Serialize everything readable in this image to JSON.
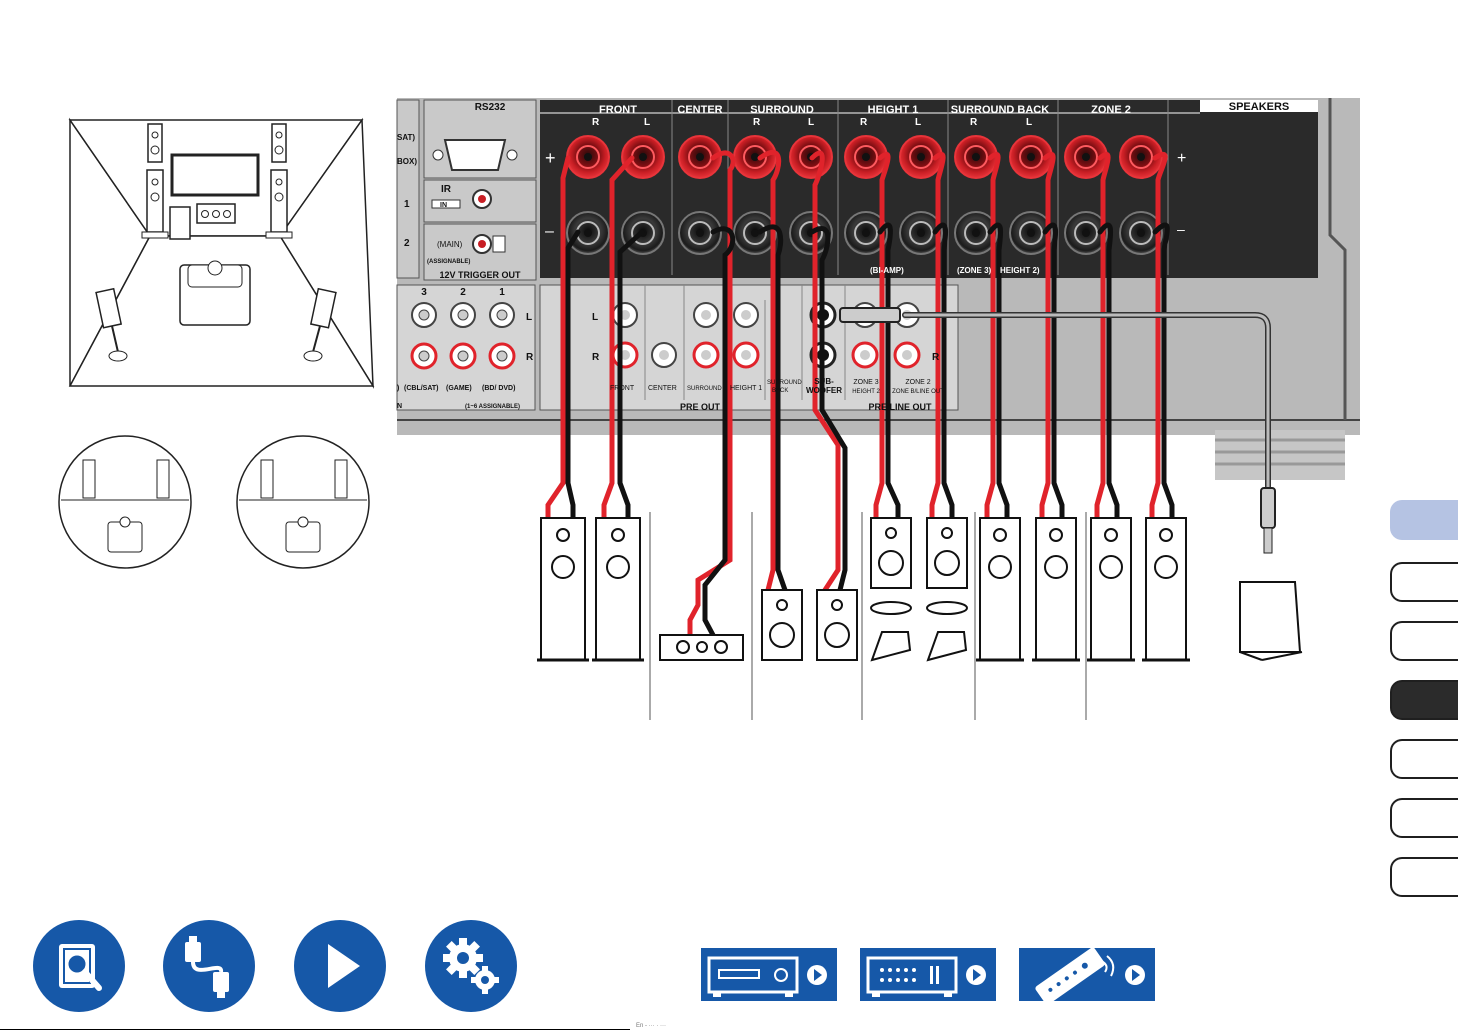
{
  "panel": {
    "rs232": "RS232",
    "ir": "IR",
    "ir_in": "IN",
    "trig_num_1": "1",
    "trig_num_2": "2",
    "main": "(MAIN)",
    "assignable": "(ASSIGNABLE)",
    "trigger_out": "12V TRIGGER OUT",
    "left_edge_sat": "SAT)",
    "left_edge_box": "BOX)",
    "speakers_title": "SPEAKERS",
    "plus": "+",
    "minus": "–",
    "groups": {
      "front": "FRONT",
      "center": "CENTER",
      "surround": "SURROUND",
      "height1": "HEIGHT 1",
      "surround_back": "SURROUND BACK",
      "zone2": "ZONE 2"
    },
    "ch_r": "R",
    "ch_l": "L",
    "bottom": {
      "bi_amp": "(BI-AMP)",
      "zone3": "(ZONE 3)",
      "height2": "HEIGHT 2)"
    },
    "inputs": {
      "n3": "3",
      "n2": "2",
      "n1": "1",
      "l": "L",
      "r": "R",
      "cbl_sat": "(CBL/SAT)",
      "game": "(GAME)",
      "bd_dvd": "(BD/ DVD)",
      "paren": ")",
      "assignable16": "(1~6 ASSIGNABLE)",
      "n": "N"
    },
    "preout": {
      "l": "L",
      "r": "R",
      "front": "FRONT",
      "center": "CENTER",
      "surround": "SURROUND",
      "height1": "HEIGHT 1",
      "surround_back_a": "SURROUND",
      "surround_back_b": "BACK",
      "sub_a": "SUB-",
      "sub_b": "WOOFER",
      "zone3_a": "ZONE 3",
      "zone3_b": "HEIGHT 2",
      "zone2_a": "ZONE 2",
      "zone2_b": "ZONE B/LINE OUT",
      "r2": "R",
      "pre_out": "PRE OUT",
      "pre_line_out": "PRE/LINE OUT"
    }
  },
  "side_tabs": [
    "tab-1",
    "tab-2",
    "tab-3",
    "tab-4",
    "tab-5",
    "tab-6",
    "tab-7"
  ],
  "bottom_nav": {
    "contents_icon": "book-search-icon",
    "connections_icon": "cable-icon",
    "playback_icon": "play-icon",
    "setup_icon": "gear-icon"
  },
  "device_buttons": {
    "front_panel_icon": "receiver-front-icon",
    "rear_panel_icon": "receiver-rear-icon",
    "remote_icon": "remote-control-icon"
  },
  "colors": {
    "accent_blue": "#1658a8",
    "tab_highlight": "#b5c3e3",
    "wire_red": "#e0232b",
    "panel_gray": "#b9b9b9"
  },
  "footer_text": "En  -  ···  ·  ···"
}
